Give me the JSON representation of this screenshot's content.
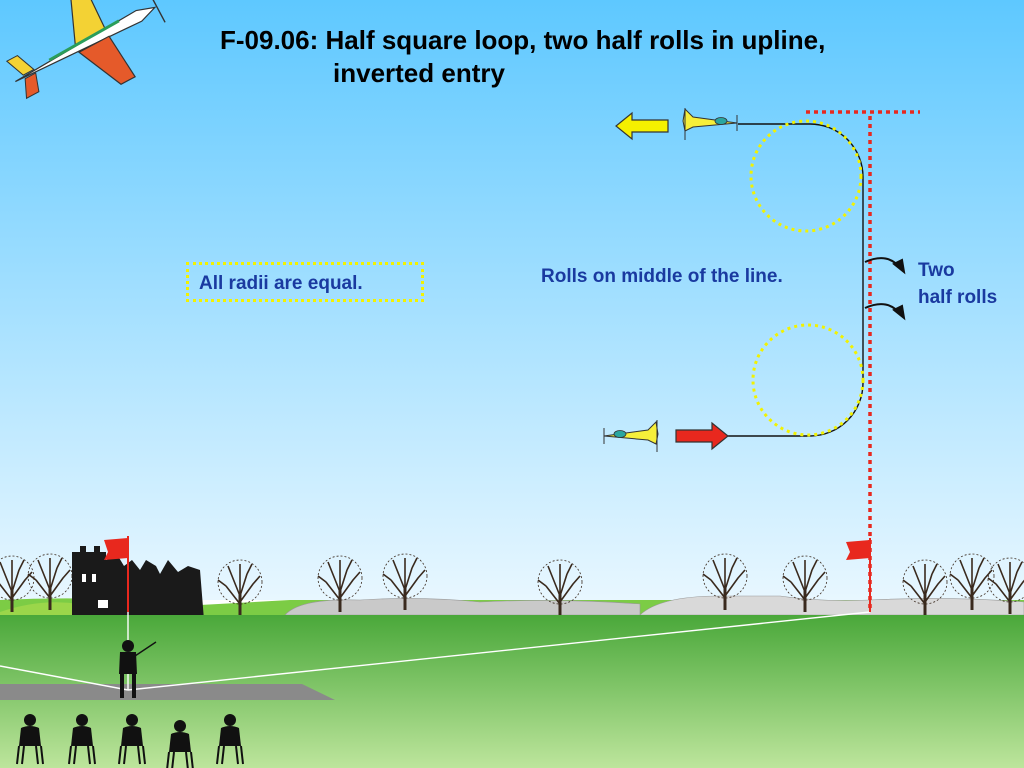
{
  "title": {
    "line1": "F-09.06: Half square loop, two half rolls in upline,",
    "line2": "inverted entry"
  },
  "notes": {
    "radii": "All radii are equal.",
    "rolls_position": "Rolls on middle of the line.",
    "half_rolls_line1": "Two",
    "half_rolls_line2": "half rolls"
  },
  "colors": {
    "sky_top": "#5ec8ff",
    "sky_bottom": "#e6f6ff",
    "ground_top": "#4aa83a",
    "ground_bottom": "#b9e39a",
    "flight_line": "#e8281e",
    "radius_circle": "#f2f200",
    "entry_arrow": "#e8281e",
    "exit_arrow": "#f5f000",
    "label_text": "#1a3aa0"
  },
  "icons": [
    "aerobatic-plane-icon",
    "yellow-plane-icon",
    "entry-arrow-icon",
    "exit-arrow-icon",
    "red-flag-icon",
    "pilot-silhouette-icon",
    "judge-silhouette-icon",
    "tree-icon",
    "castle-ruin-icon"
  ]
}
